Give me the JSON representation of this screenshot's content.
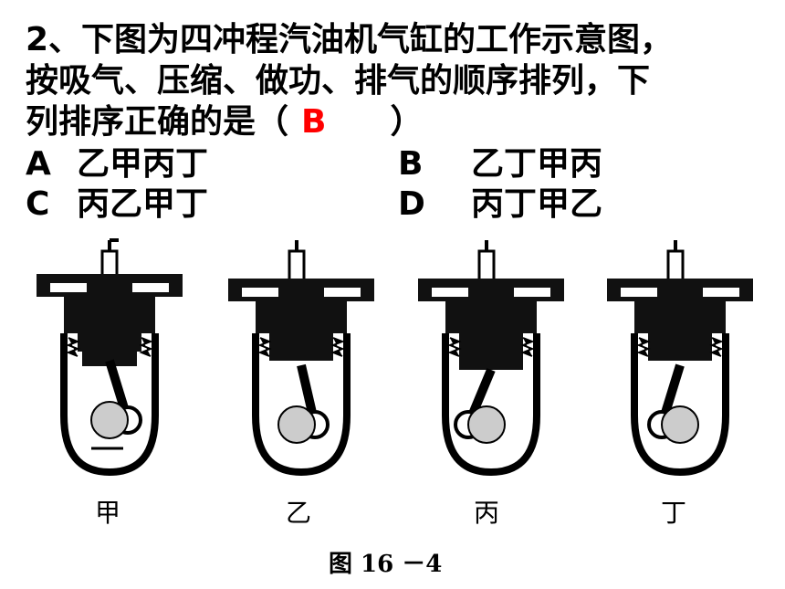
{
  "question": {
    "line1": "2、下图为四冲程汽油机气缸的工作示意图，",
    "line2": "按吸气、压缩、做功、排气的顺序排列，下",
    "line3_pre": "列排序正确的是（",
    "answer": "B",
    "line3_post": "）"
  },
  "options": [
    {
      "letter": "A",
      "text": "乙甲丙丁"
    },
    {
      "letter": "B",
      "text": "乙丁甲丙"
    },
    {
      "letter": "C",
      "text": "丙乙甲丁"
    },
    {
      "letter": "D",
      "text": "丙丁甲乙"
    }
  ],
  "figure": {
    "labels": [
      "甲",
      "乙",
      "丙",
      "丁"
    ],
    "caption": "图 16 －4"
  }
}
